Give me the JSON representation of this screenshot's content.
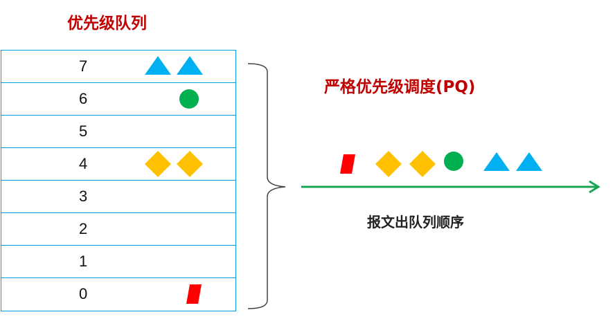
{
  "queue_title": "优先级队列",
  "scheduler_title": "严格优先级调度(PQ)",
  "output_label": "报文出队列顺序",
  "colors": {
    "title": "#c00000",
    "border": "#00a0e0",
    "triangle": "#00b0f0",
    "circle": "#00b050",
    "diamond": "#ffc000",
    "parallelogram": "#ff0000",
    "arrow": "#17a650"
  },
  "queues": [
    {
      "priority": "7",
      "packets": [
        "triangle",
        "triangle"
      ]
    },
    {
      "priority": "6",
      "packets": [
        "circle"
      ]
    },
    {
      "priority": "5",
      "packets": []
    },
    {
      "priority": "4",
      "packets": [
        "diamond",
        "diamond"
      ]
    },
    {
      "priority": "3",
      "packets": []
    },
    {
      "priority": "2",
      "packets": []
    },
    {
      "priority": "1",
      "packets": []
    },
    {
      "priority": "0",
      "packets": [
        "parallelogram"
      ]
    }
  ],
  "output_order": [
    "parallelogram",
    "diamond",
    "diamond",
    "circle",
    "triangle",
    "triangle"
  ]
}
